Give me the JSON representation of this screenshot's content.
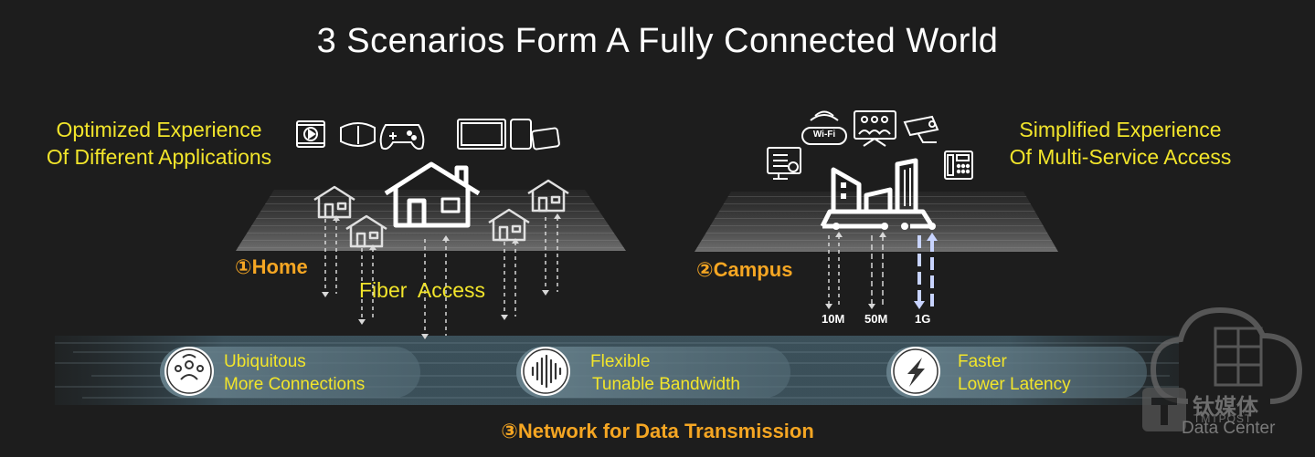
{
  "title": "3 Scenarios Form A Fully Connected World",
  "home": {
    "caption_line1": "Optimized Experience",
    "caption_line2": "Of Different Applications",
    "label": "①Home",
    "access": "Fiber  Access"
  },
  "campus": {
    "caption_line1": "Simplified Experience",
    "caption_line2": "Of Multi-Service Access",
    "label": "②Campus",
    "wifi_label": "Wi-Fi",
    "speeds": [
      "10M",
      "50M",
      "1G"
    ]
  },
  "network": {
    "label": "③Network for Data Transmission",
    "features": [
      {
        "line1": "Ubiquitous",
        "line2": "More Connections",
        "icon": "people-icon"
      },
      {
        "line1": "Flexible",
        "line2": "Tunable Bandwidth",
        "icon": "waveform-icon"
      },
      {
        "line1": "Faster",
        "line2": "Lower Latency",
        "icon": "lightning-icon"
      }
    ]
  },
  "watermark": {
    "cn": "钛媒体",
    "en": "TMTPOST",
    "sub": "Data Center"
  },
  "colors": {
    "background": "#1d1d1d",
    "accent_yellow": "#f2e52b",
    "accent_orange": "#f5a623",
    "band": "#3e5560"
  }
}
